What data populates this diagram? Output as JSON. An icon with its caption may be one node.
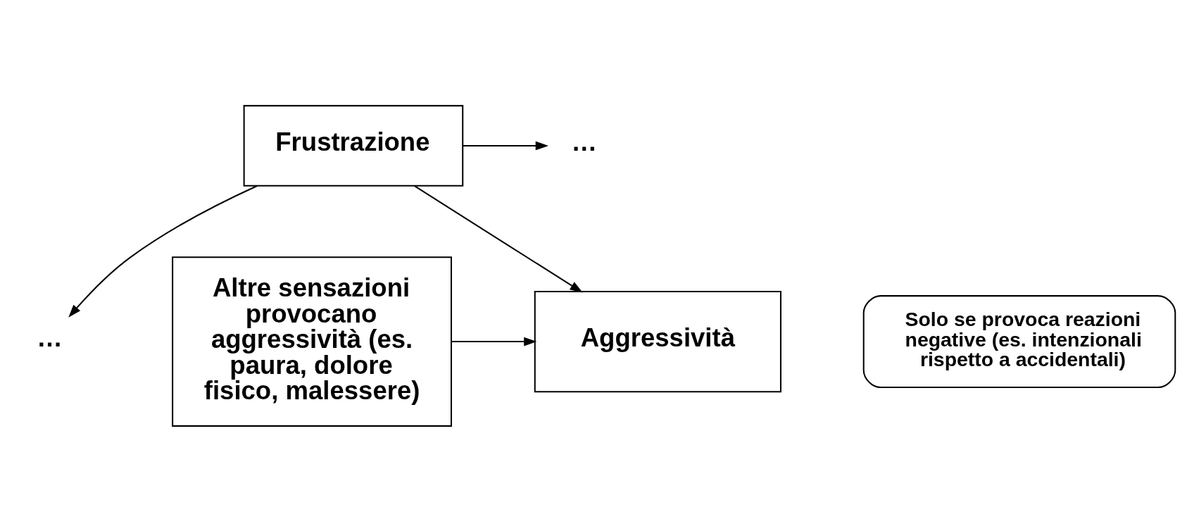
{
  "diagram": {
    "nodes": [
      {
        "text": [
          "Frustrazione"
        ]
      },
      {
        "text": [
          "…"
        ]
      },
      {
        "text": [
          "…"
        ]
      },
      {
        "text": [
          "Solo se provoca reazioni negative (es. intenzionali rispetto a accidentali)"
        ]
      },
      {
        "text": [
          "Aggressività"
        ]
      },
      {
        "text": [
          "Altre sensazioni provocano aggressività (es. paura, dolore fisico, malessere)"
        ]
      }
    ],
    "edges": [
      {
        "from": 0,
        "to": 1,
        "arrow": "to"
      },
      {
        "from": 0,
        "to": 2,
        "arrow": "to"
      },
      {
        "from": 0,
        "to": 4,
        "arrow": "to"
      },
      {
        "from": 5,
        "to": 4,
        "arrow": "to"
      }
    ]
  }
}
